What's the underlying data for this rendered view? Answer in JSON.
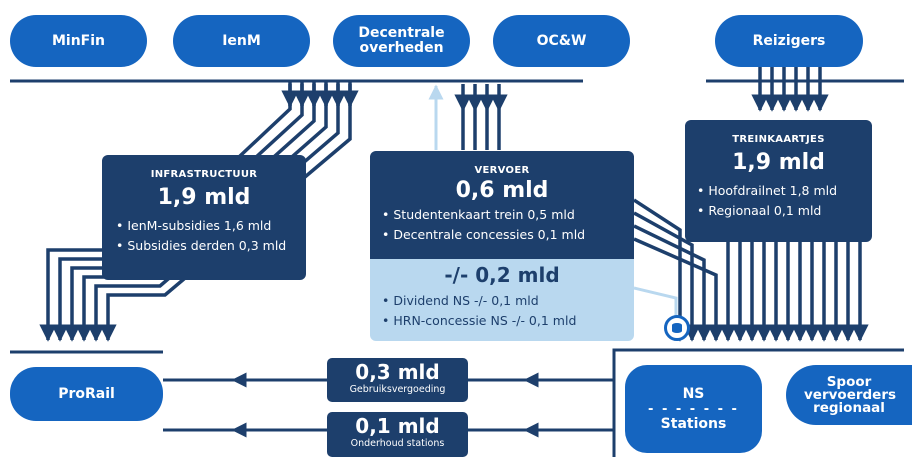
{
  "top_parties": {
    "minfin": "MinFin",
    "ienm": "IenM",
    "decentraal": "Decentrale overheden",
    "ocw": "OC&W",
    "reizigers": "Reizigers"
  },
  "bottom_parties": {
    "prorail": "ProRail",
    "ns": "NS",
    "ns_separator": "- - - - - - -",
    "stations": "Stations",
    "spoor": "Spoor vervoerders regionaal"
  },
  "infrastructuur": {
    "heading": "INFRASTRUCTUUR",
    "amount": "1,9 mld",
    "items": [
      "IenM-subsidies 1,6 mld",
      "Subsidies derden 0,3 mld"
    ]
  },
  "vervoer": {
    "heading": "VERVOER",
    "amount": "0,6 mld",
    "items": [
      "Studentenkaart trein  0,5  mld",
      "Decentrale concessies 0,1 mld"
    ],
    "negative_amount": "-/- 0,2 mld",
    "negative_items": [
      "Dividend NS -/- 0,1 mld",
      "HRN-concessie NS -/- 0,1 mld"
    ]
  },
  "treinkaartjes": {
    "heading": "TREINKAARTJES",
    "amount": "1,9 mld",
    "items": [
      "Hoofdrailnet 1,8 mld",
      "Regionaal 0,1 mld"
    ]
  },
  "flows": {
    "gebruiksvergoeding": {
      "amount": "0,3 mld",
      "label": "Gebruiksvergoeding"
    },
    "onderhoud": {
      "amount": "0,1 mld",
      "label": "Onderhoud stations"
    }
  },
  "icons": {
    "coin": "coin-exchange-icon"
  },
  "colors": {
    "pill": "#1565c0",
    "box": "#1d3f6c",
    "light": "#b9d8ef",
    "line": "#1d3f6c"
  }
}
